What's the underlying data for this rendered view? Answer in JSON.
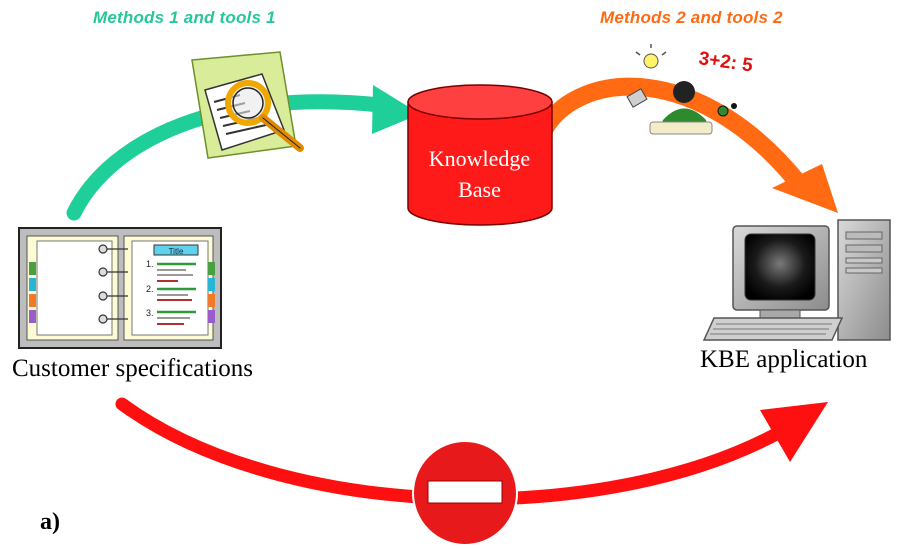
{
  "headings": {
    "methods_1": "Methods 1 and tools 1",
    "methods_2": "Methods 2 and tools 2"
  },
  "knowledge_base": {
    "line1": "Knowledge",
    "line2": "Base"
  },
  "source_label": "Customer specifications",
  "target_label": "KBE application",
  "figure_label": "a)",
  "clipart_math": "3+2: 5",
  "binder_tab_title": "Title",
  "binder_list_numbers": [
    "1.",
    "2.",
    "3."
  ],
  "colors": {
    "arrow_green": "#1fcf99",
    "arrow_orange": "#ff6a12",
    "arrow_red": "#ff1010",
    "database_red": "#ff1a1a",
    "stop_sign_red": "#e8191a"
  }
}
